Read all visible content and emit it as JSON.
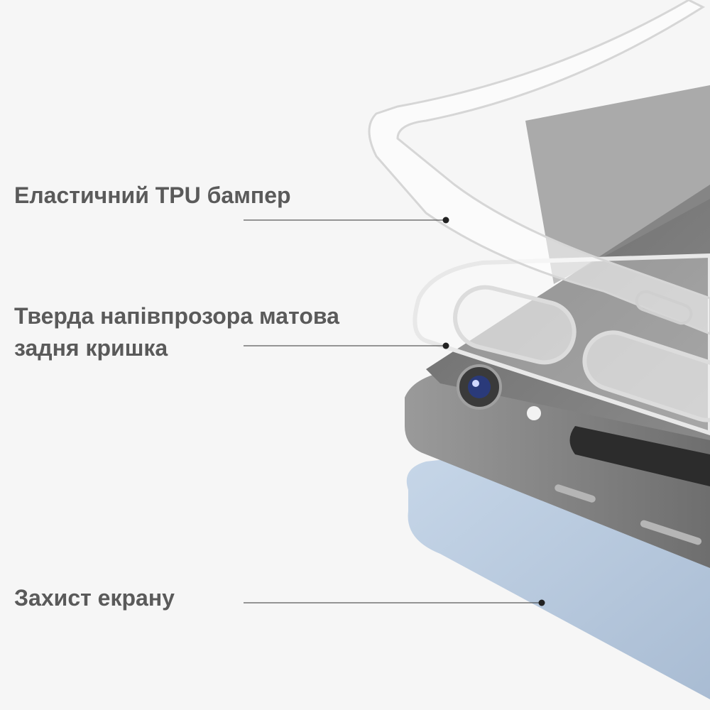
{
  "labels": {
    "bumper": "Еластичний TPU бампер",
    "back_cover_line1": "Тверда напівпрозора матова",
    "back_cover_line2": "задня кришка",
    "screen": "Захист екрану"
  },
  "colors": {
    "text": "#5a5a5a",
    "screen_protector": "#b7c8dc",
    "tablet": "#8d8d8d",
    "background": "#f6f6f6"
  }
}
